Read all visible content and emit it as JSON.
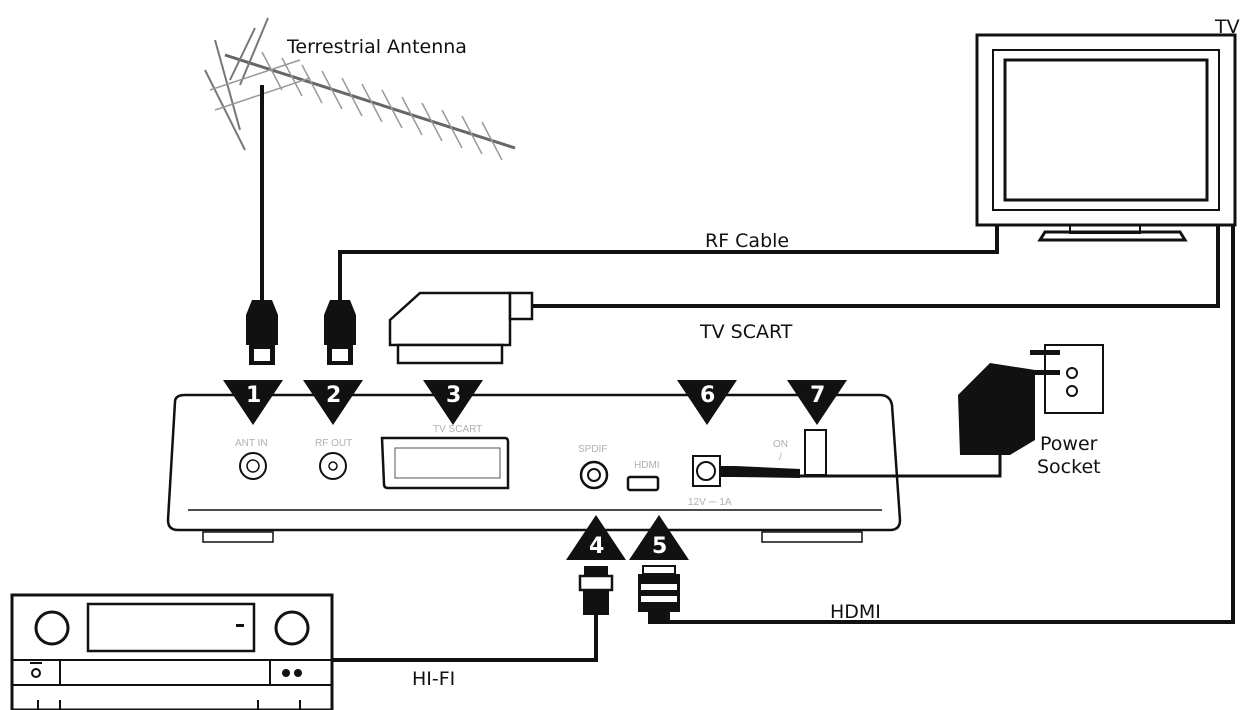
{
  "labels": {
    "terrestrial_antenna": "Terrestrial Antenna",
    "tv": "TV",
    "rf_cable": "RF Cable",
    "tv_scart": "TV SCART",
    "power_socket_line1": "Power",
    "power_socket_line2": "Socket",
    "hdmi_cable": "HDMI",
    "hifi": "HI-FI"
  },
  "ports": {
    "ant_in": "ANT IN",
    "rf_out": "RF OUT",
    "tv_scart": "TV SCART",
    "spdif": "SPDIF",
    "hdmi": "HDMI",
    "power_rating": "12V ⎓ 1A",
    "on_switch": "ON",
    "on_mark": "/"
  },
  "markers": [
    "1",
    "2",
    "3",
    "4",
    "5",
    "6",
    "7"
  ],
  "colors": {
    "line": "#111111",
    "port_text": "#b0b0b0",
    "background": "#ffffff"
  }
}
